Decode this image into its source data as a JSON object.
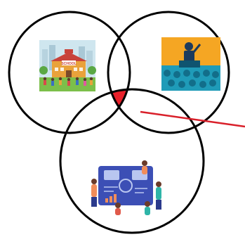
{
  "diagram": {
    "type": "venn",
    "sets": 3,
    "highlighted_region": "intersection-of-all-three",
    "colors": {
      "background": "#ffffff",
      "circle_stroke": "#000000",
      "highlight_fill": "#e8202a",
      "pointer_line": "#d9202a"
    },
    "circles": [
      {
        "id": "left",
        "illustration": "school-building-with-students",
        "text": "SCHOOL",
        "colors": {
          "sky": "#cfe6ef",
          "building": "#e9a23b",
          "roof": "#c8433b",
          "lawn": "#7cbf4a"
        }
      },
      {
        "id": "right",
        "illustration": "speaker-at-podium-addressing-audience",
        "colors": {
          "top": "#f5a623",
          "bottom": "#1f9bb8",
          "crowd": "#126e8a"
        }
      },
      {
        "id": "bottom",
        "illustration": "people-working-with-technology-dashboards",
        "colors": {
          "board": "#3c4fb5",
          "accent": "#f28d5a",
          "panel": "#b9c6f0"
        }
      }
    ]
  }
}
